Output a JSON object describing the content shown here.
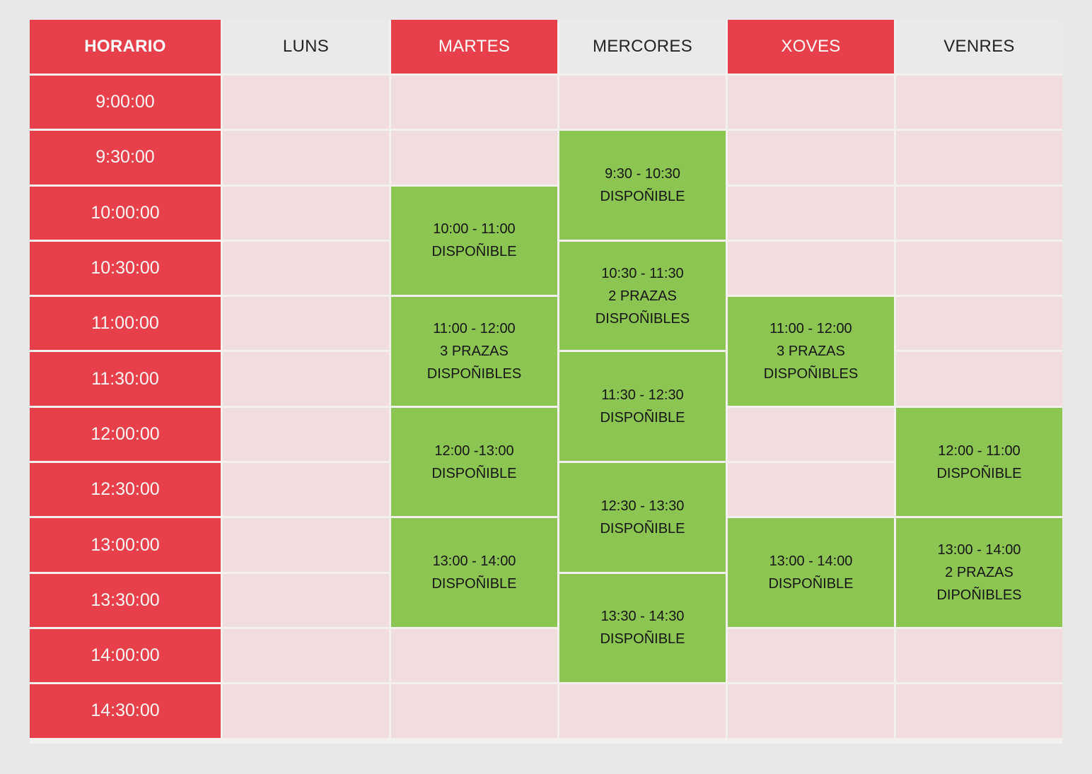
{
  "colors": {
    "red": "#e8404a",
    "green": "#8cc552",
    "pink": "#f1dddd",
    "headerGray": "#eaeaea",
    "background": "#e8e8e8"
  },
  "table": {
    "headers": [
      {
        "label": "HORARIO"
      },
      {
        "label": "LUNS"
      },
      {
        "label": "MARTES"
      },
      {
        "label": "MERCORES"
      },
      {
        "label": "XOVES"
      },
      {
        "label": "VENRES"
      }
    ],
    "times": [
      "9:00:00",
      "9:30:00",
      "10:00:00",
      "10:30:00",
      "11:00:00",
      "11:30:00",
      "12:00:00",
      "12:30:00",
      "13:00:00",
      "13:30:00",
      "14:00:00",
      "14:30:00"
    ],
    "days": [
      {
        "name": "LUNS",
        "slots": []
      },
      {
        "name": "MARTES",
        "slots": [
          {
            "row": 3,
            "span": 2,
            "lines": [
              "10:00 - 11:00",
              "DISPOÑIBLE"
            ]
          },
          {
            "row": 5,
            "span": 2,
            "lines": [
              "11:00 - 12:00",
              "3 PRAZAS",
              "DISPOÑIBLES"
            ]
          },
          {
            "row": 7,
            "span": 2,
            "lines": [
              "12:00 -13:00",
              "DISPOÑIBLE"
            ]
          },
          {
            "row": 9,
            "span": 2,
            "lines": [
              "13:00 - 14:00",
              "DISPOÑIBLE"
            ]
          }
        ]
      },
      {
        "name": "MERCORES",
        "slots": [
          {
            "row": 2,
            "span": 2,
            "lines": [
              "9:30 - 10:30",
              "DISPOÑIBLE"
            ]
          },
          {
            "row": 4,
            "span": 2,
            "lines": [
              "10:30 - 11:30",
              "2 PRAZAS",
              "DISPOÑIBLES"
            ]
          },
          {
            "row": 6,
            "span": 2,
            "lines": [
              "11:30 - 12:30",
              "DISPOÑIBLE"
            ]
          },
          {
            "row": 8,
            "span": 2,
            "lines": [
              "12:30 - 13:30",
              "DISPOÑIBLE"
            ]
          },
          {
            "row": 10,
            "span": 2,
            "lines": [
              "13:30 - 14:30",
              "DISPOÑIBLE"
            ]
          }
        ]
      },
      {
        "name": "XOVES",
        "slots": [
          {
            "row": 5,
            "span": 2,
            "lines": [
              "11:00 - 12:00",
              "3 PRAZAS",
              "DISPOÑIBLES"
            ]
          },
          {
            "row": 9,
            "span": 2,
            "lines": [
              "13:00 - 14:00",
              "DISPOÑIBLE"
            ]
          }
        ]
      },
      {
        "name": "VENRES",
        "slots": [
          {
            "row": 7,
            "span": 2,
            "lines": [
              "12:00 - 11:00",
              "DISPOÑIBLE"
            ]
          },
          {
            "row": 9,
            "span": 2,
            "lines": [
              "13:00 - 14:00",
              "2 PRAZAS",
              "DIPOÑIBLES"
            ]
          }
        ]
      }
    ]
  }
}
